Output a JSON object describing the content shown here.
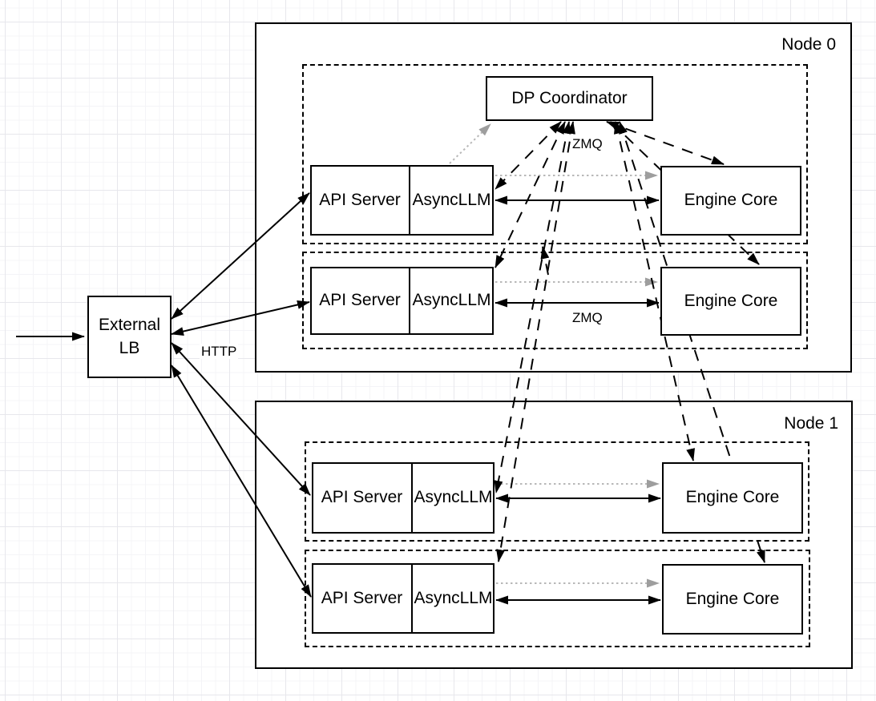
{
  "diagram": {
    "nodes": [
      {
        "label": "Node 0"
      },
      {
        "label": "Node 1"
      }
    ],
    "components": {
      "external_lb_line1": "External",
      "external_lb_line2": "LB",
      "dp_coordinator": "DP Coordinator",
      "api_server": "API Server",
      "async_llm": "AsyncLLM",
      "engine_core": "Engine Core"
    },
    "edge_labels": {
      "http": "HTTP",
      "zmq_coordinator": "ZMQ",
      "zmq_engine": "ZMQ"
    },
    "colors": {
      "stroke": "#000000",
      "dotted_gray": "#b8b8b8",
      "dotted_head_gray": "#9e9e9e",
      "grid_minor": "#f4f4f7",
      "grid_major": "#e7e7ec",
      "box_fill": "#ffffff"
    },
    "connections": [
      {
        "from": "client",
        "to": "external-lb",
        "style": "solid-arrow"
      },
      {
        "from": "external-lb",
        "to": "node0-row0-api-server",
        "style": "solid-bidirectional",
        "label": "HTTP"
      },
      {
        "from": "external-lb",
        "to": "node0-row1-api-server",
        "style": "solid-bidirectional",
        "label": "HTTP"
      },
      {
        "from": "external-lb",
        "to": "node1-row0-api-server",
        "style": "solid-bidirectional",
        "label": "HTTP"
      },
      {
        "from": "external-lb",
        "to": "node1-row1-api-server",
        "style": "solid-bidirectional",
        "label": "HTTP"
      },
      {
        "from": "node0-row0-asyncllm",
        "to": "node0-row0-engine-core",
        "style": "solid-bidirectional",
        "label": "ZMQ"
      },
      {
        "from": "node0-row1-asyncllm",
        "to": "node0-row1-engine-core",
        "style": "solid-bidirectional",
        "label": "ZMQ"
      },
      {
        "from": "node1-row0-asyncllm",
        "to": "node1-row0-engine-core",
        "style": "solid-bidirectional",
        "label": "ZMQ"
      },
      {
        "from": "node1-row1-asyncllm",
        "to": "node1-row1-engine-core",
        "style": "solid-bidirectional",
        "label": "ZMQ"
      },
      {
        "from": "dp-coordinator",
        "to": "node0-row0-asyncllm",
        "style": "dashed-bidirectional",
        "label": "ZMQ"
      },
      {
        "from": "dp-coordinator",
        "to": "node0-row1-asyncllm",
        "style": "dashed-bidirectional",
        "label": "ZMQ"
      },
      {
        "from": "dp-coordinator",
        "to": "node1-row0-asyncllm",
        "style": "dashed-bidirectional",
        "label": "ZMQ"
      },
      {
        "from": "dp-coordinator",
        "to": "node1-row1-asyncllm",
        "style": "dashed-bidirectional",
        "label": "ZMQ"
      },
      {
        "from": "dp-coordinator",
        "to": "node0-row0-engine-core",
        "style": "dashed-bidirectional",
        "label": "ZMQ"
      },
      {
        "from": "dp-coordinator",
        "to": "node0-row1-engine-core",
        "style": "dashed-bidirectional",
        "label": "ZMQ"
      },
      {
        "from": "dp-coordinator",
        "to": "node1-row0-engine-core",
        "style": "dashed-bidirectional",
        "label": "ZMQ"
      },
      {
        "from": "dp-coordinator",
        "to": "node1-row1-engine-core",
        "style": "dashed-bidirectional",
        "label": "ZMQ"
      },
      {
        "from": "node0-row0-asyncllm",
        "to": "dp-coordinator",
        "style": "gray-dotted-arrow"
      },
      {
        "from": "node0-row0-asyncllm",
        "to": "node0-row0-engine-core",
        "style": "gray-dotted-arrow"
      },
      {
        "from": "node0-row1-asyncllm",
        "to": "node0-row1-engine-core",
        "style": "gray-dotted-arrow"
      },
      {
        "from": "node1-row0-asyncllm",
        "to": "node1-row0-engine-core",
        "style": "gray-dotted-arrow"
      },
      {
        "from": "node1-row1-asyncllm",
        "to": "node1-row1-engine-core",
        "style": "gray-dotted-arrow"
      }
    ]
  }
}
